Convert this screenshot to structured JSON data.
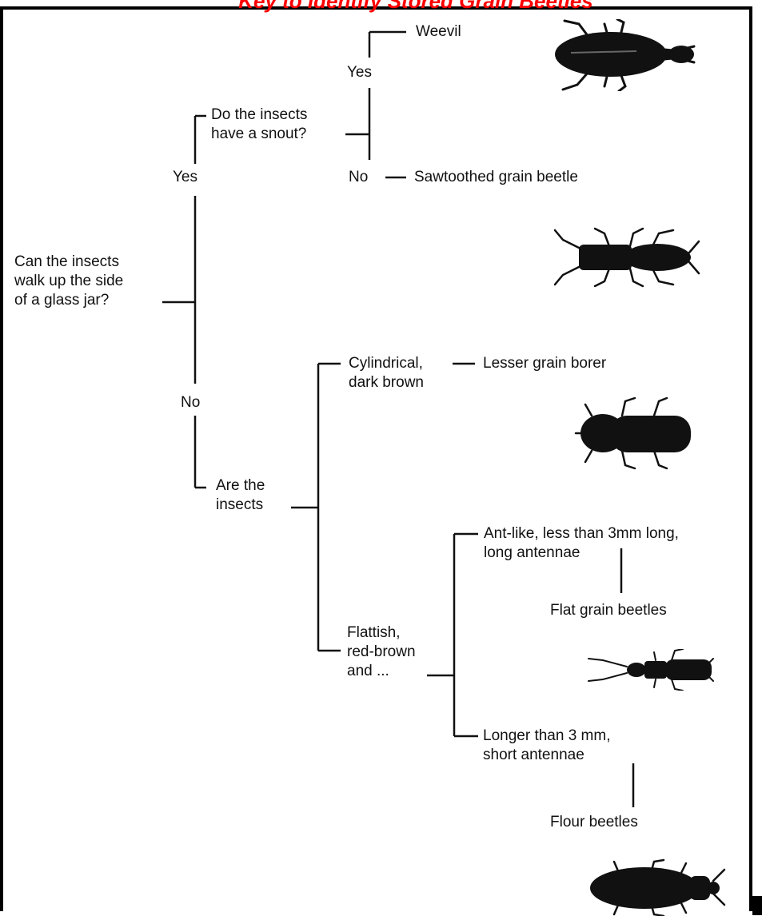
{
  "title": "Key to Identify Stored Grain Beetles",
  "nodes": {
    "root_question": "Can the insects\nwalk up the side\nof a glass jar?",
    "yes": "Yes",
    "no": "No",
    "snout_question": "Do the insects\nhave a snout?",
    "snout_yes": "Yes",
    "snout_no": "No",
    "weevil": "Weevil",
    "sawtoothed": "Sawtoothed grain beetle",
    "are_the_insects": "Are the\ninsects",
    "cylindrical": "Cylindrical,\ndark brown",
    "lesser_grain_borer": "Lesser grain borer",
    "flattish": "Flattish,\nred-brown\nand ...",
    "antlike": "Ant-like, less than 3mm long,\nlong antennae",
    "flat_grain_beetles": "Flat grain beetles",
    "longer": "Longer than 3 mm,\nshort antennae",
    "flour_beetles": "Flour beetles"
  },
  "icons": [
    "weevil-beetle-icon",
    "sawtoothed-beetle-icon",
    "lesser-grain-borer-icon",
    "flat-grain-beetle-icon",
    "flour-beetle-icon"
  ]
}
